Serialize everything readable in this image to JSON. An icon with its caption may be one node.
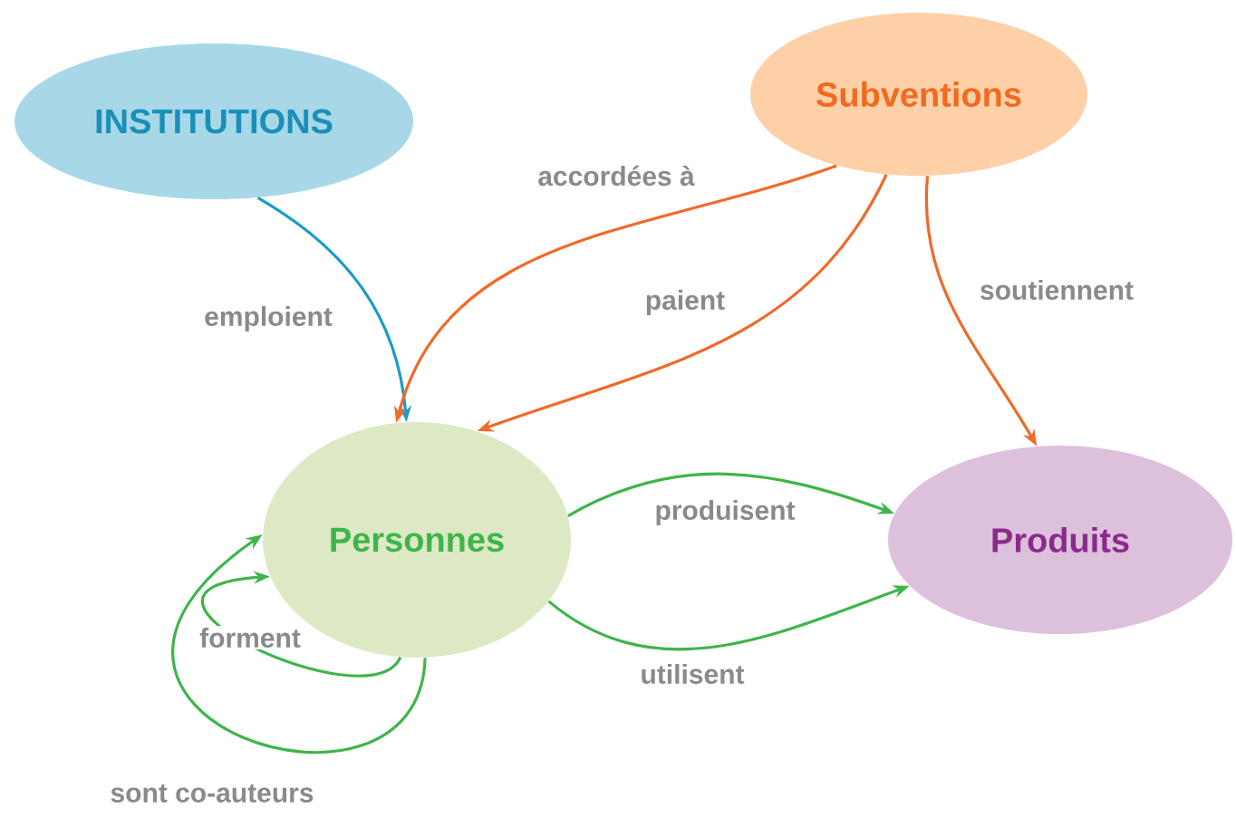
{
  "diagram": {
    "nodes": [
      {
        "text": [
          "INSTITUTIONS"
        ]
      },
      {
        "text": [
          "Subventions"
        ]
      },
      {
        "text": [
          "Personnes"
        ]
      },
      {
        "text": [
          "Produits"
        ]
      }
    ],
    "edges": [
      {
        "from": 0,
        "to": 2,
        "arrow": "to",
        "label": "emploient",
        "color": "#1a9bc8"
      },
      {
        "from": 1,
        "to": 2,
        "arrow": "to",
        "label": "accordées à",
        "color": "#f0692a"
      },
      {
        "from": 1,
        "to": 2,
        "arrow": "to",
        "label": "paient",
        "color": "#f0692a"
      },
      {
        "from": 1,
        "to": 3,
        "arrow": "to",
        "label": "soutiennent",
        "color": "#f0692a"
      },
      {
        "from": 2,
        "to": 3,
        "arrow": "to",
        "label": "produisent"
      },
      {
        "from": 2,
        "to": 3,
        "arrow": "to",
        "label": "utilisent"
      },
      {
        "from": 2,
        "to": 2,
        "arrow": "to",
        "label": "forment"
      },
      {
        "from": 2,
        "to": 2,
        "arrow": "to",
        "label": "sont co-auteurs"
      }
    ]
  }
}
